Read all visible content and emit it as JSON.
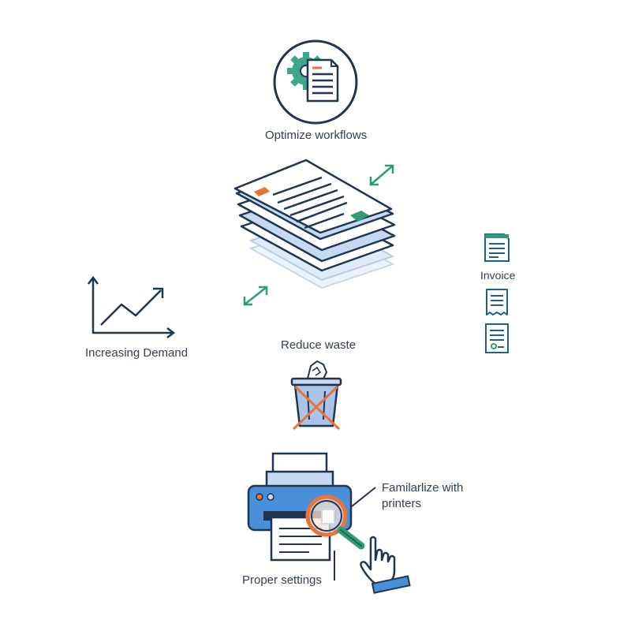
{
  "labels": {
    "optimize": "Optimize workflows",
    "reduce_waste": "Reduce waste",
    "invoice": "Invoice",
    "demand": "Increasing Demand",
    "familiarize_line1": "Familarlize with",
    "familiarize_line2": "printers",
    "proper_settings": "Proper settings"
  },
  "colors": {
    "navy": "#1f3552",
    "blue": "#4a90d9",
    "light_blue": "#c7d9f1",
    "green": "#2e9e6e",
    "orange": "#e8743a",
    "teal": "#3ea88a"
  },
  "icons": {
    "workflow": "gear-document-icon",
    "documents": "document-stack-icon",
    "trash": "wastebasket-icon",
    "chart": "line-chart-icon",
    "printer": "printer-icon",
    "magnifier": "magnifier-icon",
    "hand": "pointing-hand-icon"
  }
}
